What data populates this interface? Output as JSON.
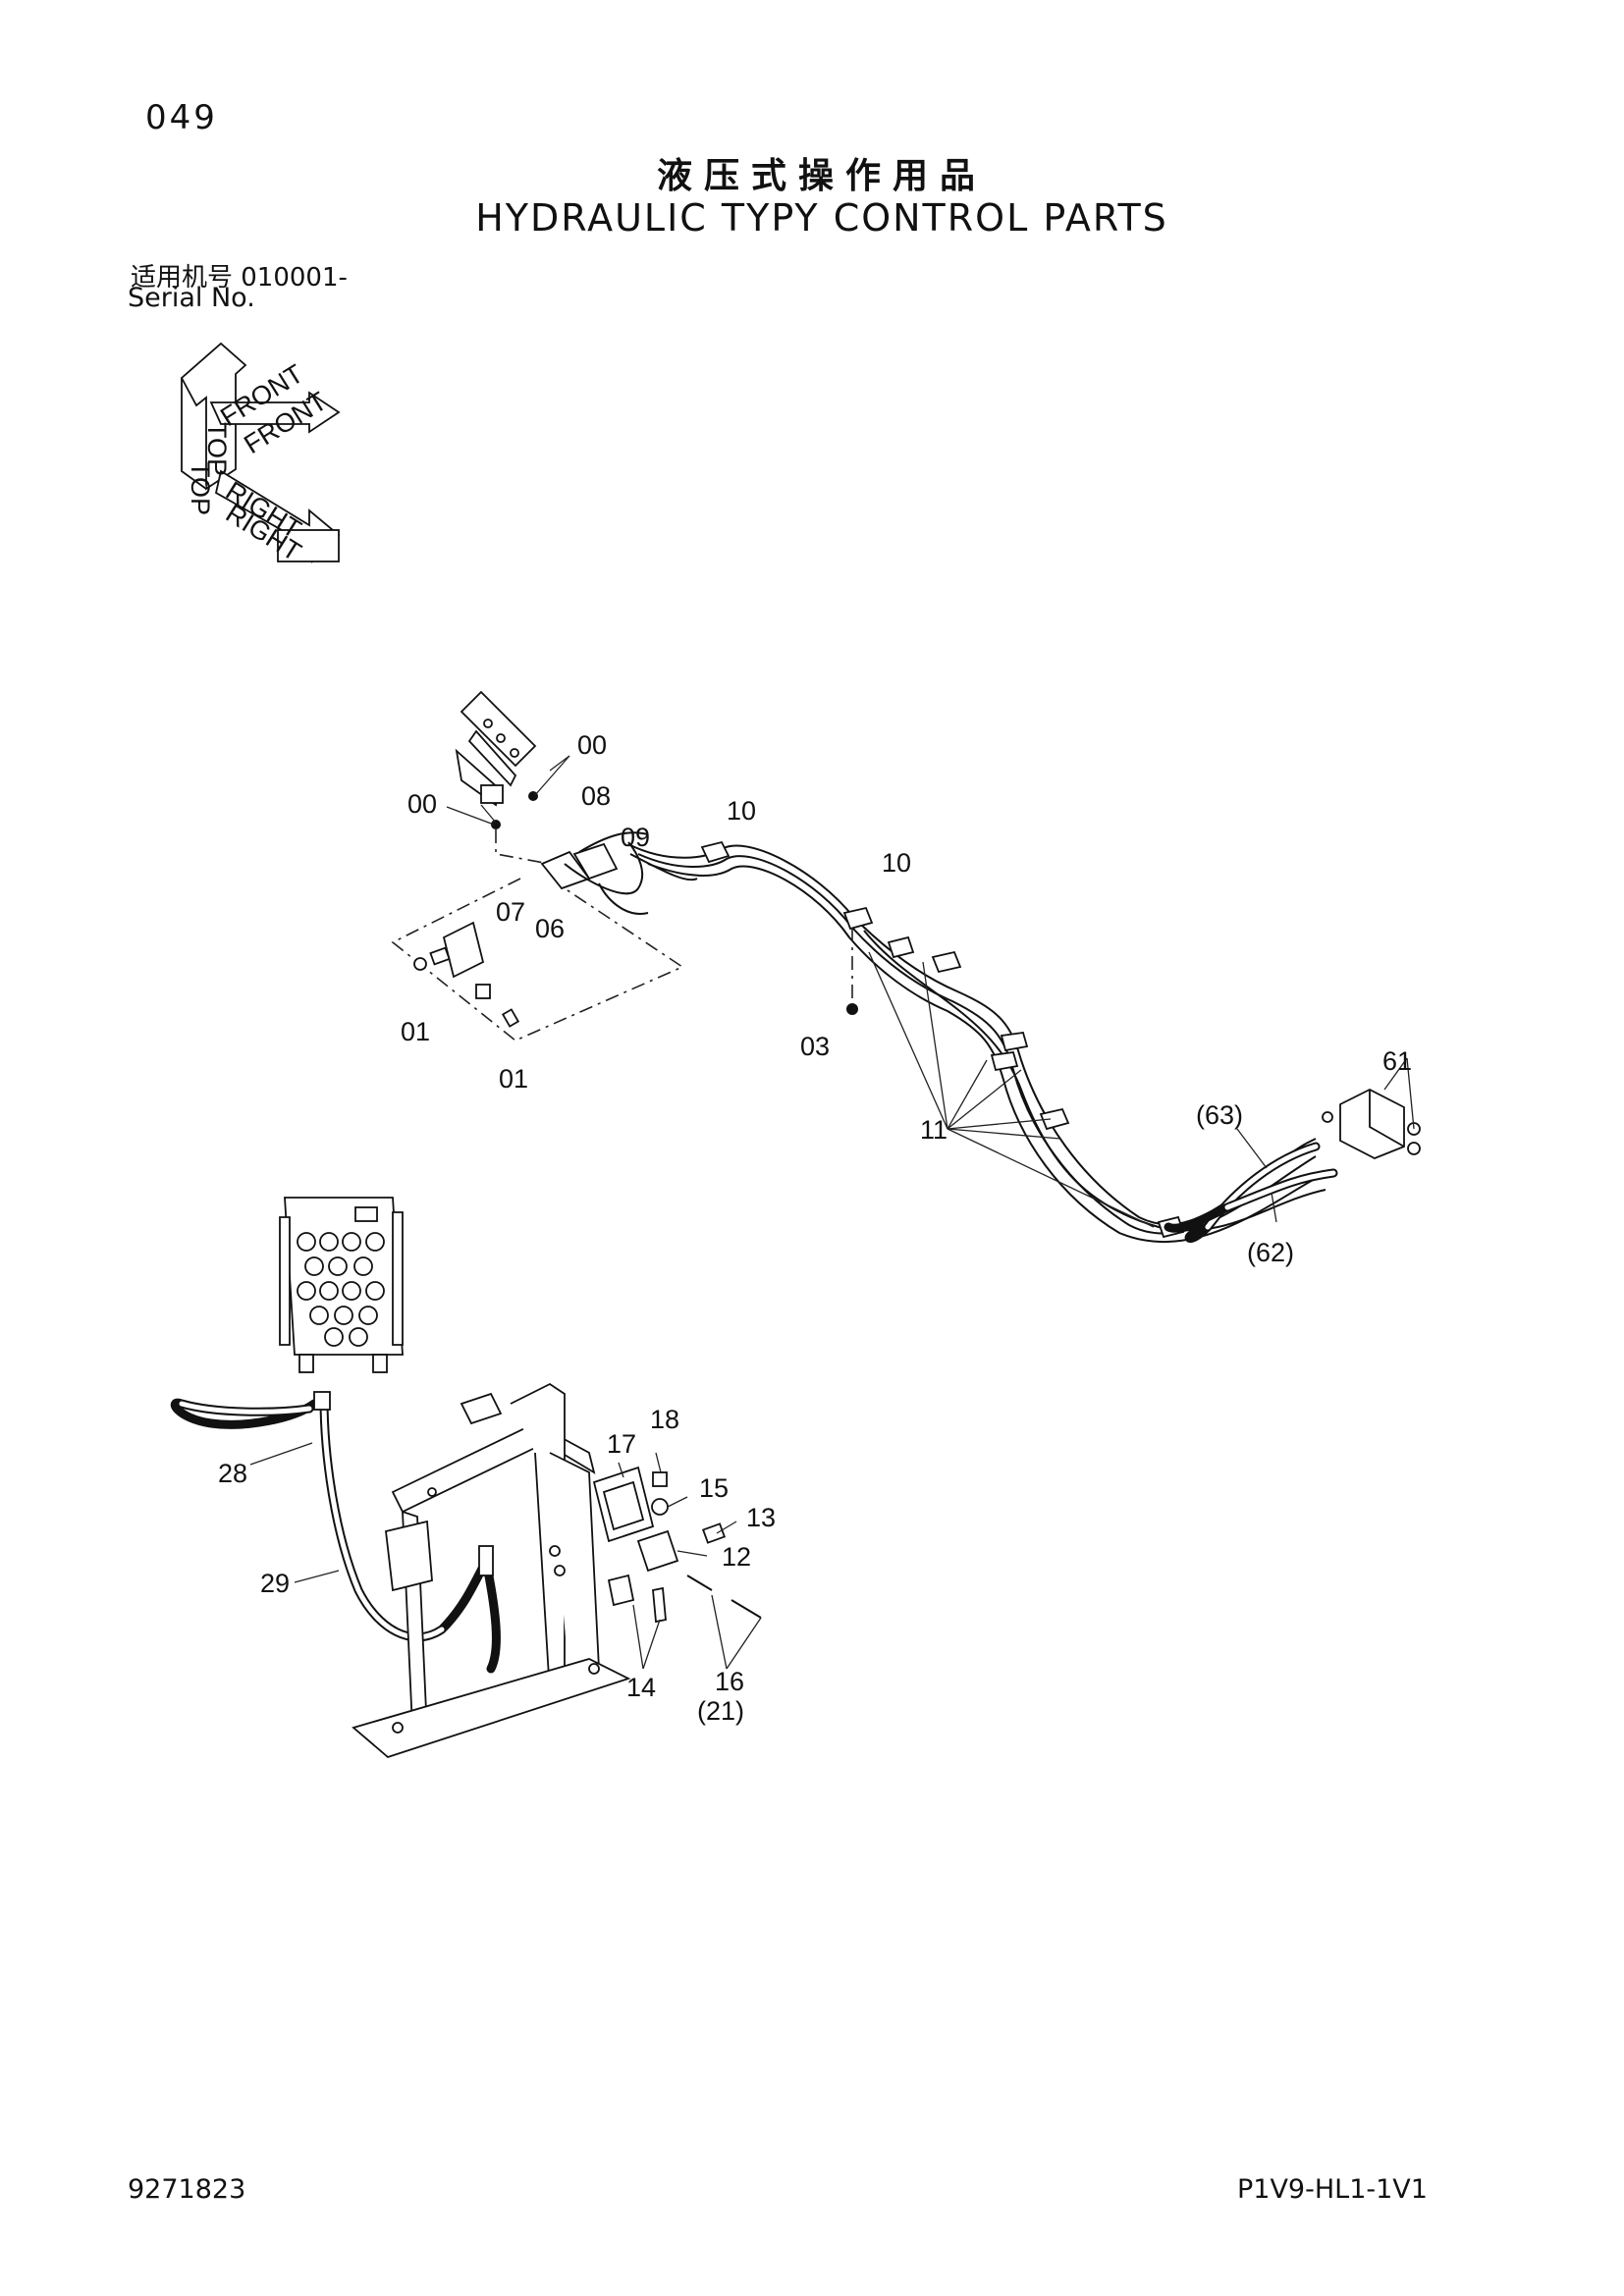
{
  "header": {
    "page_no": "049",
    "title_zh": "液压式操作用品",
    "title_en": "HYDRAULIC TYPY CONTROL PARTS",
    "serial_zh": "适用机号 010001-",
    "serial_en": "Serial No."
  },
  "orientation": {
    "top": "TOP",
    "front": "FRONT",
    "right": "RIGHT"
  },
  "callouts": {
    "c00a": "00",
    "c00b": "00",
    "c08": "08",
    "c09": "09",
    "c10a": "10",
    "c10b": "10",
    "c07": "07",
    "c06": "06",
    "c01a": "01",
    "c01b": "01",
    "c03": "03",
    "c11": "11",
    "c61": "61",
    "c63": "(63)",
    "c62": "(62)",
    "c18": "18",
    "c17": "17",
    "c15": "15",
    "c13": "13",
    "c12": "12",
    "c28": "28",
    "c29": "29",
    "c14": "14",
    "c16": "16",
    "c21": "(21)"
  },
  "footer": {
    "doc_no": "9271823",
    "ref_code": "P1V9-HL1-1V1"
  }
}
